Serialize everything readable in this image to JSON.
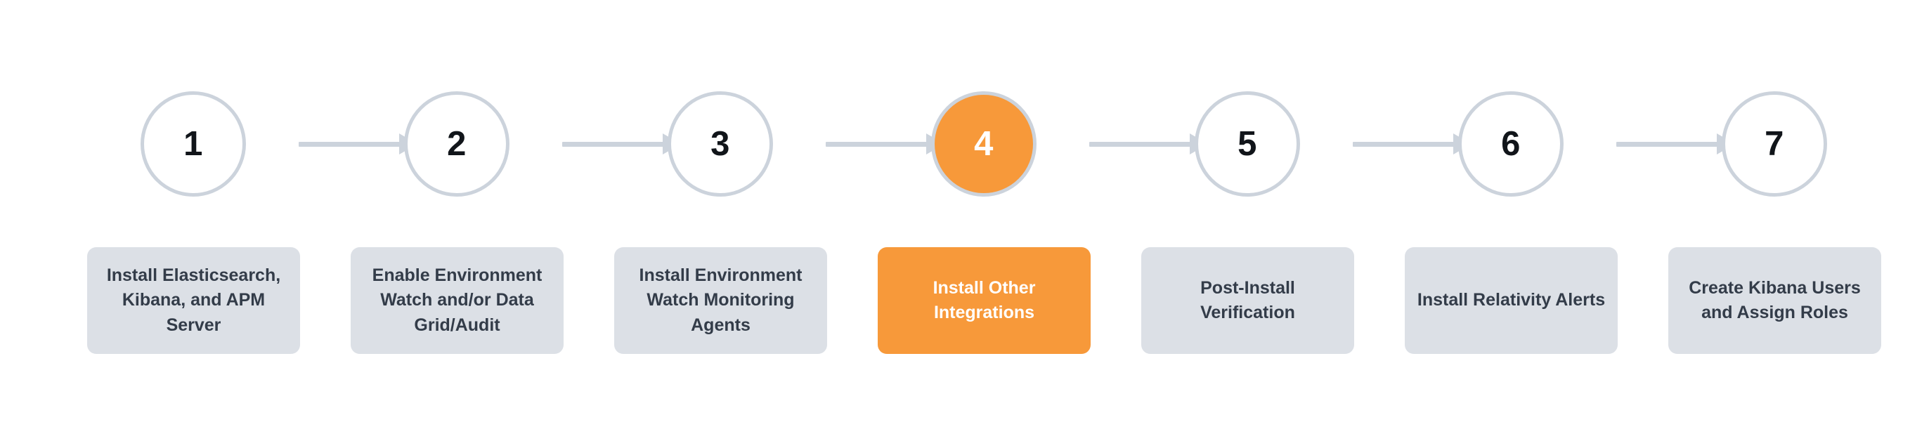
{
  "diagram": {
    "type": "horizontal-progress-stepper",
    "total_steps": 7,
    "active_step": 4,
    "colors": {
      "accent": "#f7993a",
      "inactive_box": "#dce0e6",
      "inactive_border": "#ccd3dc",
      "text": "#333c49",
      "active_text": "#ffffff",
      "background": "#ffffff"
    },
    "steps": [
      {
        "number": "1",
        "label": "Install Elasticsearch, Kibana, and APM Server",
        "state": "inactive"
      },
      {
        "number": "2",
        "label": "Enable Environment Watch and/or Data Grid/Audit",
        "state": "inactive"
      },
      {
        "number": "3",
        "label": "Install Environment Watch Monitoring Agents",
        "state": "inactive"
      },
      {
        "number": "4",
        "label": "Install Other Integrations",
        "state": "active"
      },
      {
        "number": "5",
        "label": "Post-Install Verification",
        "state": "inactive"
      },
      {
        "number": "6",
        "label": "Install Relativity Alerts",
        "state": "inactive"
      },
      {
        "number": "7",
        "label": "Create Kibana Users and Assign Roles",
        "state": "inactive"
      }
    ]
  }
}
